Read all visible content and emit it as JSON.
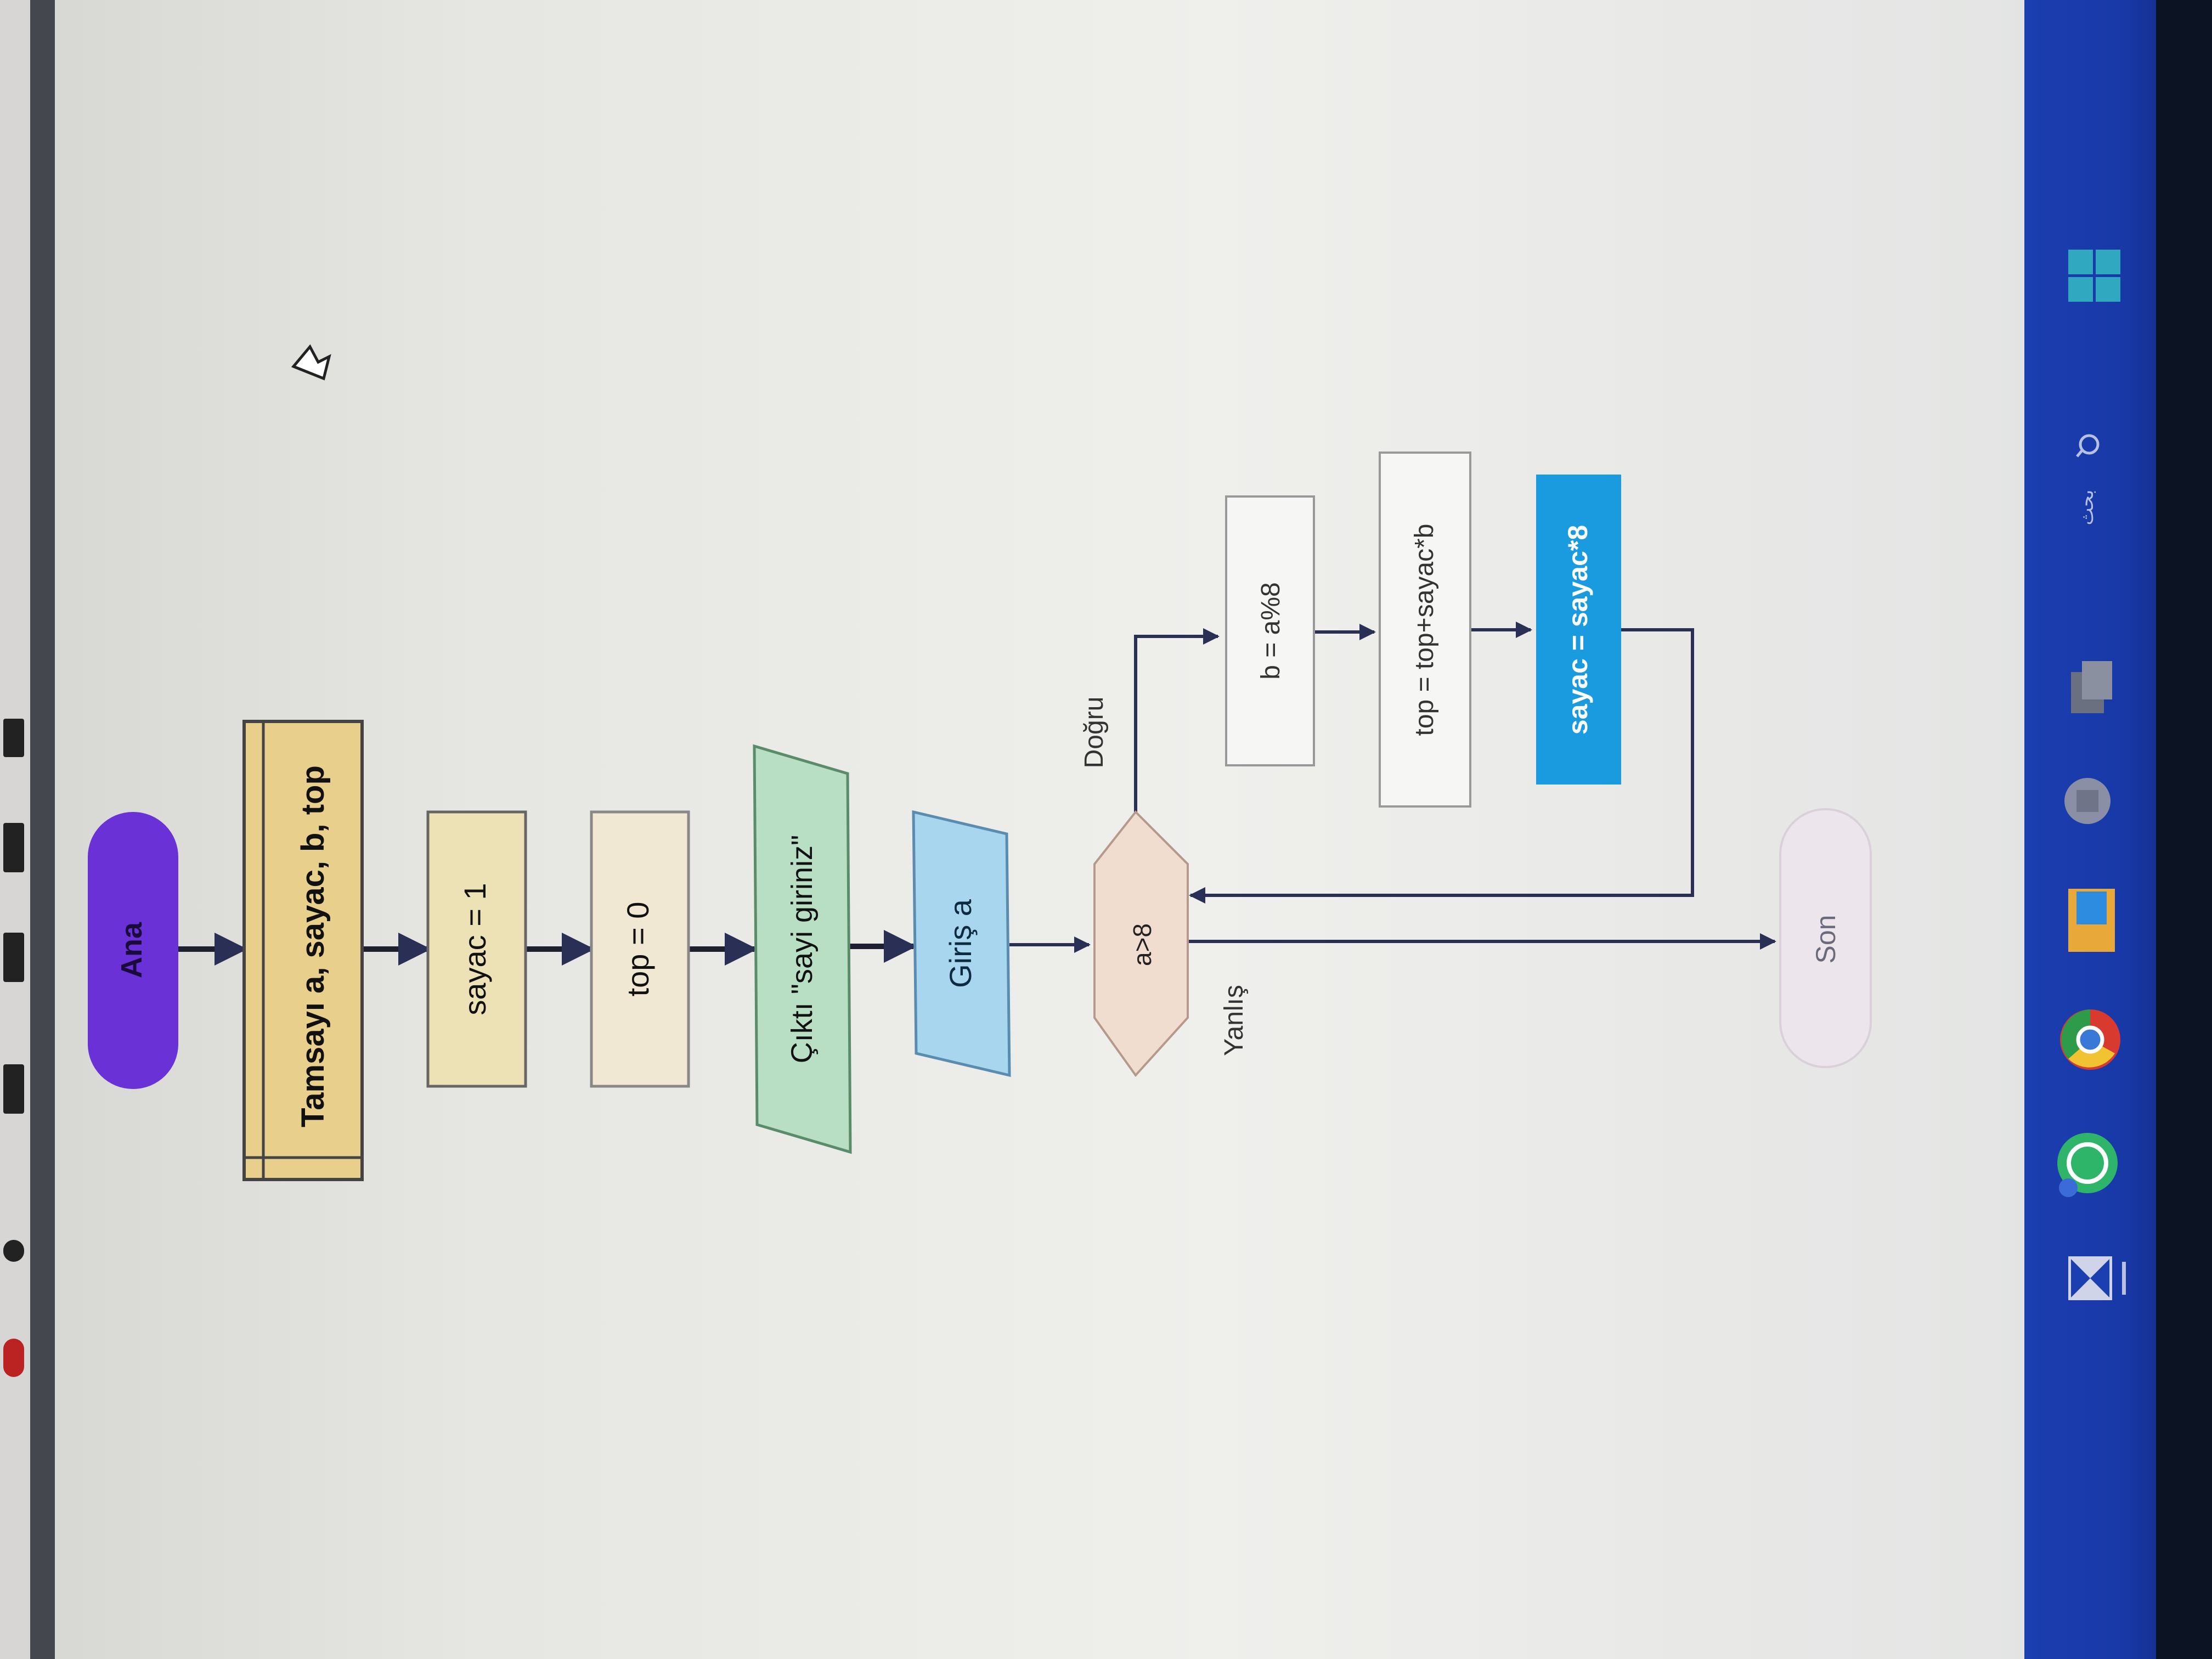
{
  "flowchart": {
    "start_label": "Ana",
    "declare_label": "Tamsayı a, sayac, b, top",
    "assign_sayac_label": "sayac = 1",
    "assign_top_label": "top = 0",
    "output_label": "Çıktı \"sayi giriniz\"",
    "input_label": "Giriş a",
    "decision_label": "a>8",
    "true_label": "Doğru",
    "false_label": "Yanlış",
    "mod_label": "b = a%8",
    "sum_label": "top = top+sayac*b",
    "mult_label": "sayac = sayac*8",
    "end_label": "Son"
  },
  "taskbar": {
    "search_label": "بحث"
  },
  "colors": {
    "start_fill": "#6a32d6",
    "declare_fill": "#e8cf8c",
    "assign_fill": "#ece2b6",
    "output_fill": "#b8dfc4",
    "input_fill": "#a8d6ee",
    "decision_fill": "#f1dcd0",
    "selected_fill": "#1a9be0",
    "end_fill": "#ece6ec",
    "taskbar": "#1b3eb0"
  }
}
